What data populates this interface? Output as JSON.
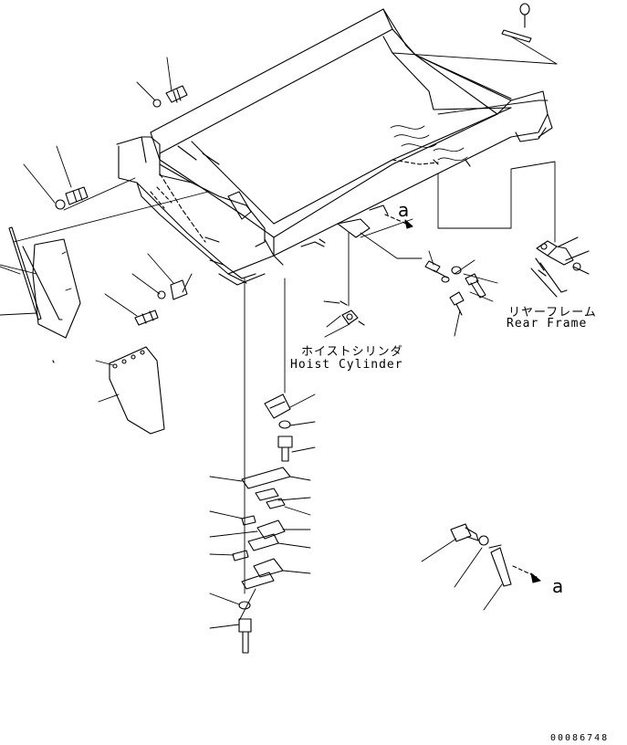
{
  "labels": {
    "rear_frame_jp": "リヤーフレーム",
    "rear_frame_en": "Rear Frame",
    "hoist_cylinder_jp": "ホイストシリンダ",
    "hoist_cylinder_en": "Hoist Cylinder",
    "view_a_top": "a",
    "view_a_bottom": "a",
    "drawing_code": "00086748"
  },
  "colors": {
    "line": "#000000",
    "background": "#ffffff"
  }
}
